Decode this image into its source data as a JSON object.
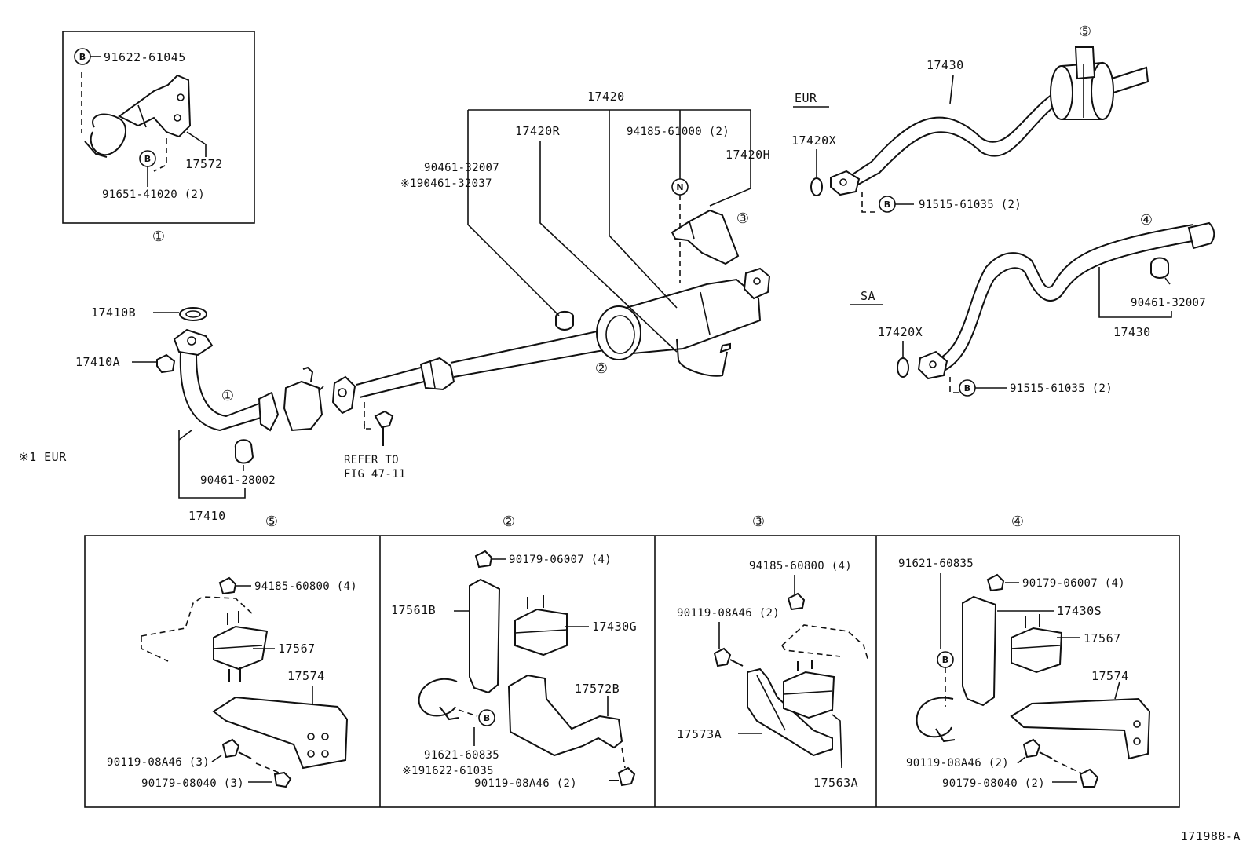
{
  "labels": {
    "b_91622_61045": "91622-61045",
    "p17572": "17572",
    "b_91651_41020": "91651-41020 (2)",
    "p17410B": "17410B",
    "p17410A": "17410A",
    "p90461_28002": "90461-28002",
    "p17410": "17410",
    "refer_to": "REFER TO",
    "fig_47_11": "FIG 47-11",
    "note_eur": "※1  EUR",
    "p17420": "17420",
    "p17420R": "17420R",
    "p90461_32007_a": "90461-32007",
    "p90461_32037": "※190461-32037",
    "p94185_61000": "94185-61000 (2)",
    "p17420H": "17420H",
    "eur": "EUR",
    "p17430_eur": "17430",
    "p17420X_eur": "17420X",
    "b_91515_61035_eur": "91515-61035 (2)",
    "sa": "SA",
    "p17420X_sa": "17420X",
    "p90461_32007_b": "90461-32007",
    "p17430_sa": "17430",
    "b_91515_61035_sa": "91515-61035 (2)",
    "p5_94185_60800": "94185-60800 (4)",
    "p5_17567": "17567",
    "p5_17574": "17574",
    "p5_90119_08A46": "90119-08A46 (3)",
    "p5_90179_08040": "90179-08040 (3)",
    "p2_90179_06007": "90179-06007 (4)",
    "p2_17561B": "17561B",
    "p2_17430G": "17430G",
    "p2_17572B": "17572B",
    "p2_91621_60835": "91621-60835",
    "p2_91622_61035": "※191622-61035",
    "p2_90119_08A46": "90119-08A46 (2)",
    "p3_94185_60800": "94185-60800 (4)",
    "p3_90119_08A46": "90119-08A46 (2)",
    "p3_17573A": "17573A",
    "p3_17563A": "17563A",
    "p4_91621_60835": "91621-60835",
    "p4_90179_06007": "90179-06007 (4)",
    "p4_17430S": "17430S",
    "p4_17567": "17567",
    "p4_17574": "17574",
    "p4_90119_08A46": "90119-08A46 (2)",
    "p4_90179_08040": "90179-08040 (2)",
    "figure_id": "171988-A"
  },
  "markers": {
    "bolt": "B",
    "nut": "N"
  },
  "callouts": {
    "c1": "①",
    "c2": "②",
    "c3": "③",
    "c4": "④",
    "c5": "⑤"
  }
}
